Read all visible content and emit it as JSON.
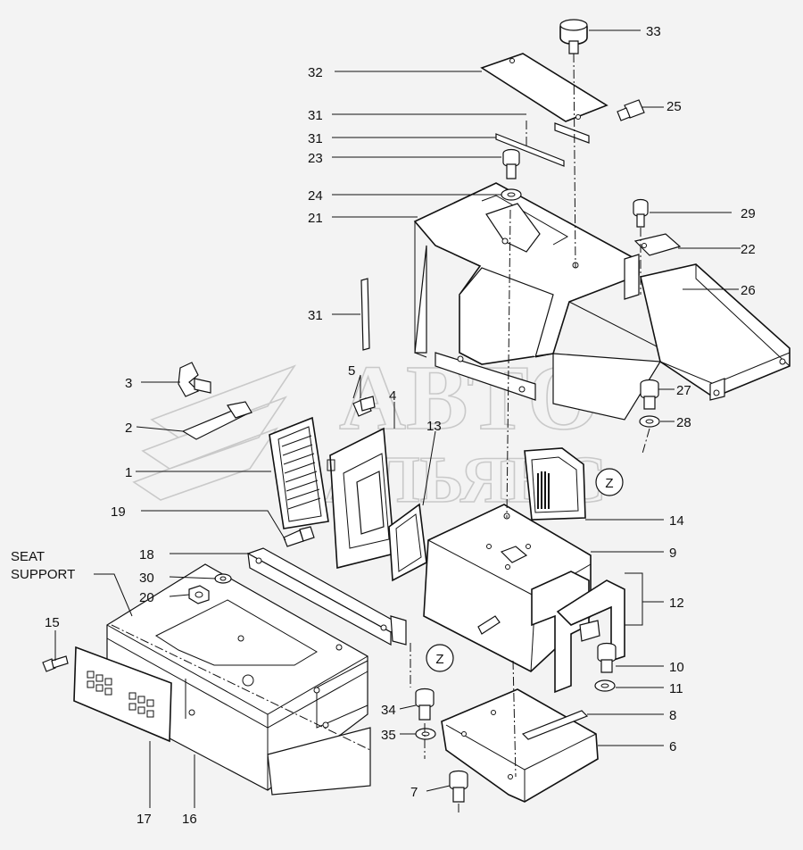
{
  "watermark": {
    "line1": "АВТО",
    "line2": "АЛЬЯНС"
  },
  "labels": {
    "p1": "1",
    "p2": "2",
    "p3": "3",
    "p4": "4",
    "p5": "5",
    "p6": "6",
    "p7": "7",
    "p8": "8",
    "p9": "9",
    "p10": "10",
    "p11": "11",
    "p12": "12",
    "p13": "13",
    "p14": "14",
    "p15": "15",
    "p16": "16",
    "p17": "17",
    "p18": "18",
    "p19": "19",
    "p20": "20",
    "p21": "21",
    "p22": "22",
    "p23": "23",
    "p24": "24",
    "p25": "25",
    "p26": "26",
    "p27": "27",
    "p28": "28",
    "p29": "29",
    "p30": "30",
    "p31a": "31",
    "p31b": "31",
    "p31c": "31",
    "p32": "32",
    "p33": "33",
    "p34": "34",
    "p35": "35",
    "seat_line1": "SEAT",
    "seat_line2": "SUPPORT",
    "zone_z1": "Z",
    "zone_z2": "Z"
  }
}
